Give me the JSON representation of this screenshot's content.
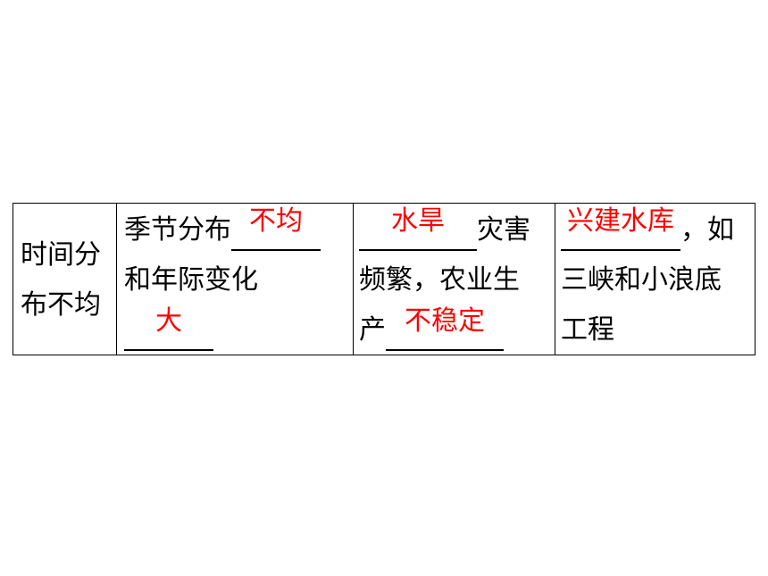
{
  "row": {
    "category_line1": "时间分",
    "category_line2": "布不均",
    "feature": {
      "line1_text": "季节分布",
      "line1_answer": "不均",
      "line2_text": "和年际变化",
      "line3_answer": "大"
    },
    "impact": {
      "line1_answer": "水旱",
      "line1_text": "灾害",
      "line2_text": "频繁，农业生",
      "line3_text": "产",
      "line3_answer": "不稳定"
    },
    "measure": {
      "line1_answer": "兴建水库",
      "line1_text": "，如",
      "line2_text": "三峡和小浪底",
      "line3_text": "工程"
    }
  },
  "colors": {
    "answer": "#ff0000",
    "text": "#000000",
    "border": "#000000"
  }
}
